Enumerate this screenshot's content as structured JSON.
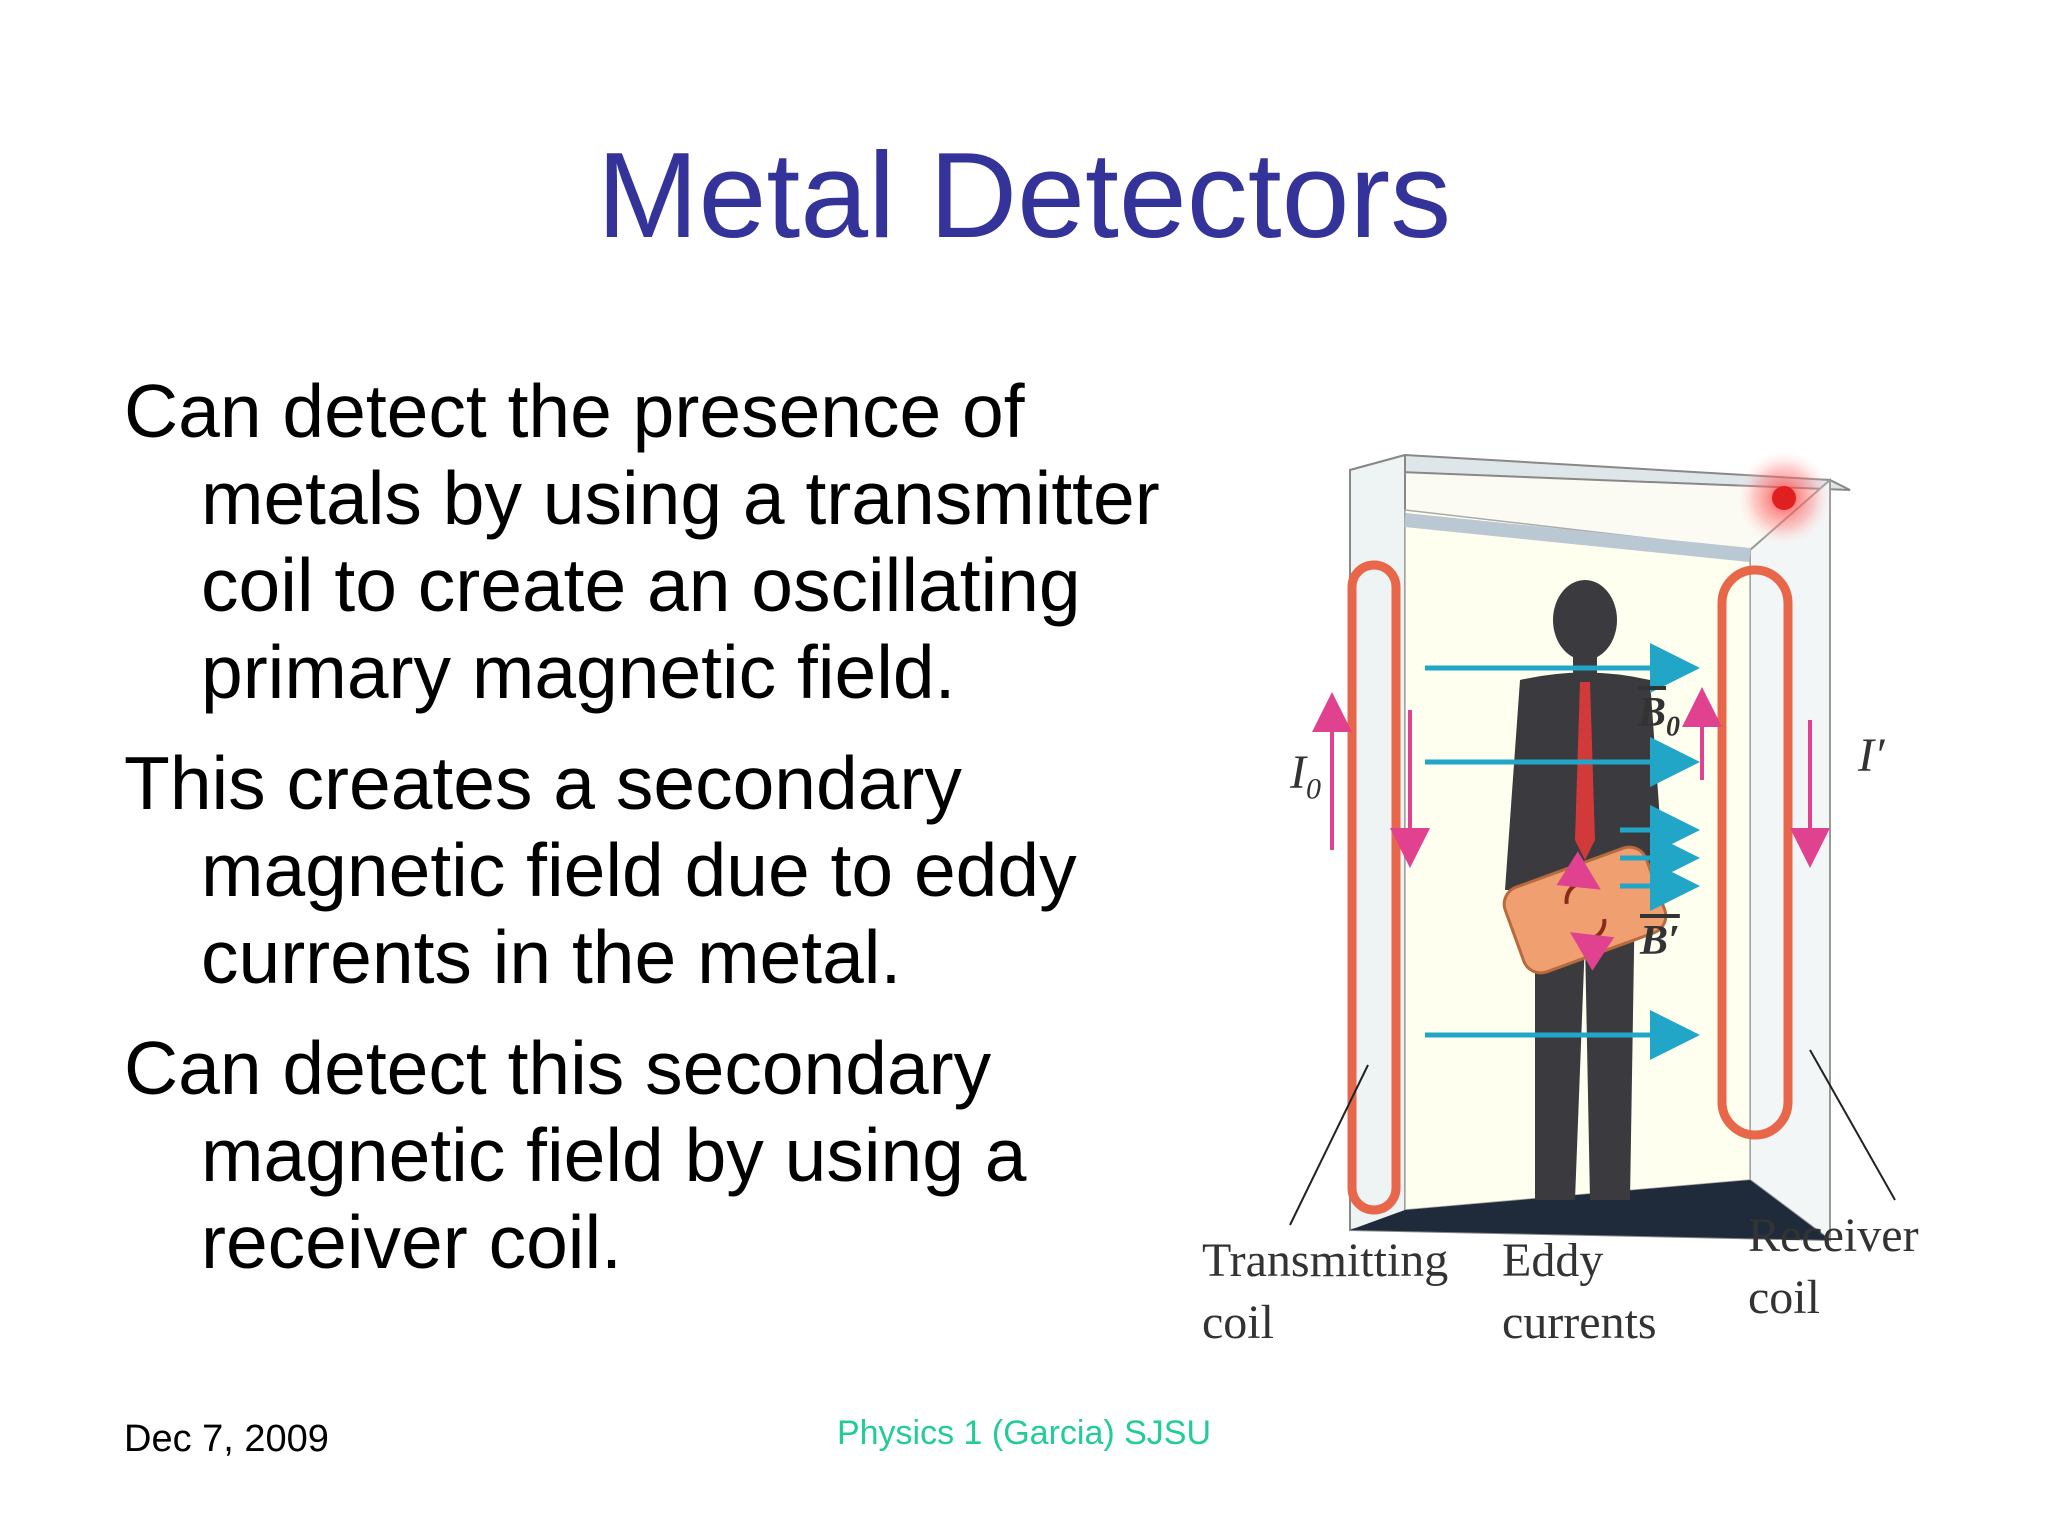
{
  "slide": {
    "title": "Metal Detectors",
    "bullets": [
      "Can detect the presence of metals by using a transmitter coil to create an oscillating primary magnetic field.",
      "This creates a secondary magnetic field due to eddy currents in the metal.",
      "Can detect this secondary magnetic field by using a receiver coil."
    ],
    "footer": {
      "date": "Dec 7, 2009",
      "course": "Physics 1 (Garcia) SJSU"
    }
  },
  "figure": {
    "labels": {
      "transmitting_1": "Transmitting",
      "transmitting_2": "coil",
      "eddy_1": "Eddy",
      "eddy_2": "currents",
      "receiver_1": "Receiver",
      "receiver_2": "coil",
      "i0": "I",
      "i0_sub": "0",
      "iprime": "I′",
      "b0": "B",
      "b0_sub": "0",
      "bprime": "B′"
    },
    "colors": {
      "title": "#333399",
      "footer_course": "#22cc99",
      "coil": "#e8674a",
      "field_arrow": "#22a6c8",
      "current_arrow": "#e0428f",
      "suit": "#3b3b3f",
      "tie": "#d23a3a",
      "metal_box": "#f0a070"
    }
  }
}
